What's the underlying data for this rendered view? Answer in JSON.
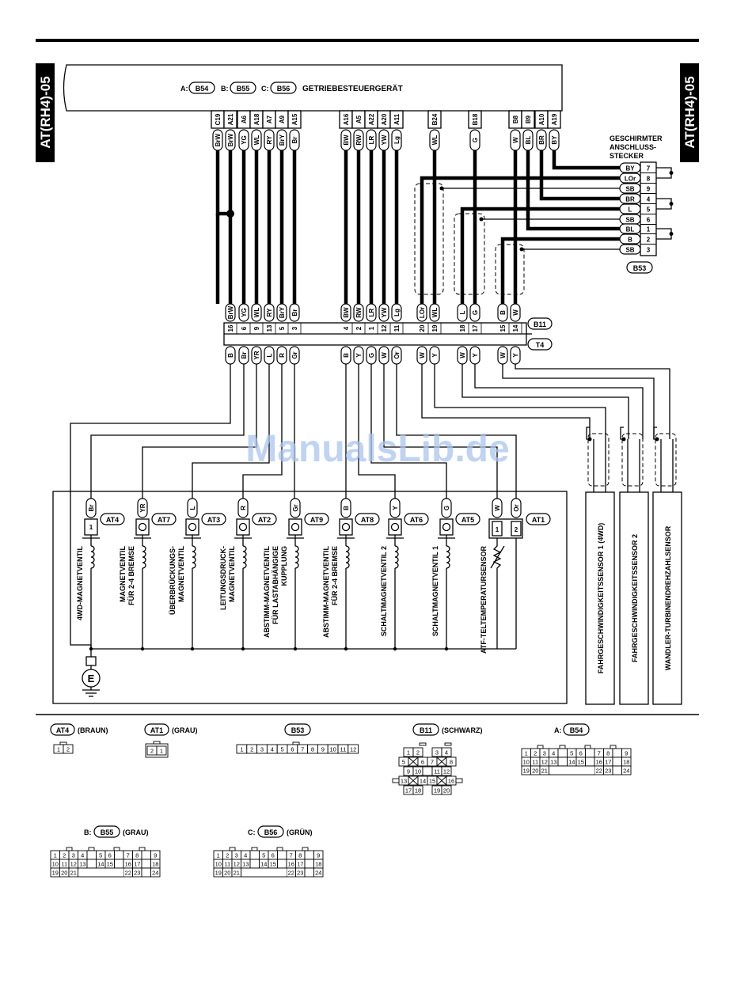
{
  "side_tab": "AT(RH4)-05",
  "ecu": {
    "title": "GETRIEBESTEUERGERÄT",
    "refs": [
      {
        "p": "A:",
        "c": "B54"
      },
      {
        "p": "B:",
        "c": "B55"
      },
      {
        "p": "C:",
        "c": "B56"
      }
    ],
    "group1": [
      {
        "pin": "C19",
        "color": "BrW"
      },
      {
        "pin": "A21",
        "color": "BrW"
      },
      {
        "pin": "A6",
        "color": "YG"
      },
      {
        "pin": "A18",
        "color": "WL"
      },
      {
        "pin": "A7",
        "color": "RY"
      },
      {
        "pin": "A9",
        "color": "BrY"
      },
      {
        "pin": "A15",
        "color": "Br"
      }
    ],
    "group2": [
      {
        "pin": "A16",
        "color": "BW"
      },
      {
        "pin": "A5",
        "color": "RW"
      },
      {
        "pin": "A22",
        "color": "LR"
      },
      {
        "pin": "A20",
        "color": "YW"
      },
      {
        "pin": "A11",
        "color": "Lg"
      }
    ],
    "group3": [
      {
        "pin": "B24",
        "color": "WL"
      },
      {
        "pin": "B18",
        "color": "G"
      },
      {
        "pin": "B8",
        "color": "W"
      },
      {
        "pin": "B9",
        "color": "BL"
      },
      {
        "pin": "A10",
        "color": "BR"
      },
      {
        "pin": "A19",
        "color": "BY"
      }
    ]
  },
  "shield": {
    "title": [
      "GESCHIRMTER",
      "ANSCHLUSS-",
      "STECKER"
    ],
    "connector": "B53",
    "rows": [
      {
        "color": "BY",
        "pin": "7"
      },
      {
        "color": "LOr",
        "pin": "8"
      },
      {
        "color": "SB",
        "pin": "9"
      },
      {
        "color": "BR",
        "pin": "4"
      },
      {
        "color": "L",
        "pin": "5"
      },
      {
        "color": "SB",
        "pin": "6"
      },
      {
        "color": "BL",
        "pin": "1"
      },
      {
        "color": "B",
        "pin": "2"
      },
      {
        "color": "SB",
        "pin": "3"
      }
    ]
  },
  "b11": {
    "ref": "B11",
    "top": [
      {
        "color": "BrW",
        "pin": "16"
      },
      {
        "color": "YG",
        "pin": "6"
      },
      {
        "color": "WL",
        "pin": "9"
      },
      {
        "color": "RY",
        "pin": "13"
      },
      {
        "color": "BrY",
        "pin": "5"
      },
      {
        "color": "Br",
        "pin": "3"
      },
      {
        "color": "BW",
        "pin": "4"
      },
      {
        "color": "RW",
        "pin": "2"
      },
      {
        "color": "LR",
        "pin": "1"
      },
      {
        "color": "YW",
        "pin": "12"
      },
      {
        "color": "Lg",
        "pin": "11"
      },
      {
        "color": "LOr",
        "pin": "20"
      },
      {
        "color": "WL",
        "pin": "19"
      },
      {
        "color": "L",
        "pin": "18"
      },
      {
        "color": "G",
        "pin": "17"
      },
      {
        "color": "B",
        "pin": "15"
      },
      {
        "color": "W",
        "pin": "14"
      }
    ]
  },
  "t4": {
    "ref": "T4",
    "bottom": [
      "B",
      "Br",
      "YR",
      "L",
      "R",
      "Gr",
      "B",
      "Y",
      "G",
      "W",
      "Or",
      "W",
      "Y",
      "W",
      "Y",
      "W",
      "Y"
    ]
  },
  "valves": [
    {
      "ref": "AT4",
      "color": "Br",
      "pin": "1",
      "label": [
        "4WD-MAGNETVENTIL"
      ]
    },
    {
      "ref": "AT7",
      "color": "YR",
      "label": [
        "MAGNETVENTIL",
        "FÜR 2-4 BREMSE"
      ]
    },
    {
      "ref": "AT3",
      "color": "L",
      "label": [
        "ÜBERBRÜCKUNGS-",
        "MAGNETVENTIL"
      ]
    },
    {
      "ref": "AT2",
      "color": "R",
      "label": [
        "LEITUNGSDRUCK-",
        "MAGNETVENTIL"
      ]
    },
    {
      "ref": "AT9",
      "color": "Gr",
      "label": [
        "ABSTIMM-MAGNETVENTIL",
        "FÜR LASTABHÄNGIGE",
        "KUPPLUNG"
      ]
    },
    {
      "ref": "AT8",
      "color": "B",
      "label": [
        "ABSTIMM-MAGNETVENTIL",
        "FÜR 2-4 BREMSE"
      ]
    },
    {
      "ref": "AT6",
      "color": "Y",
      "label": [
        "SCHALTMAGNETVENTIL 2"
      ]
    },
    {
      "ref": "AT5",
      "color": "G",
      "label": [
        "SCHALTMAGNETVENTIL 1"
      ]
    }
  ],
  "atf": {
    "ref": "AT1",
    "colors": [
      "W",
      "Or"
    ],
    "pins": [
      "1",
      "2"
    ],
    "label": "ATF-TELTEMPERATURSENSOR"
  },
  "ground": "E",
  "sensors": [
    "FAHRGESCHWINDIGKEITSSENSOR 1 (4WD)",
    "FAHRGESCHWINDIGKEITSSENSOR 2",
    "WANDLER-TURBINENDREHZAHLSENSOR"
  ],
  "legend": {
    "at4": {
      "ref": "AT4",
      "label": "(BRAUN)",
      "pins": [
        "1",
        "2"
      ]
    },
    "at1": {
      "ref": "AT1",
      "label": "(GRAU)",
      "pins": [
        "2",
        "1"
      ]
    },
    "b53": {
      "ref": "B53",
      "pins": [
        "1",
        "2",
        "3",
        "4",
        "5",
        "6",
        "7",
        "8",
        "9",
        "10",
        "11",
        "12"
      ]
    },
    "b11": {
      "ref": "B11",
      "label": "(SCHWARZ)"
    },
    "b54": {
      "prefix": "A:",
      "ref": "B54"
    },
    "b55": {
      "prefix": "B:",
      "ref": "B55",
      "label": "(GRAU)"
    },
    "b56": {
      "prefix": "C:",
      "ref": "B56",
      "label": "(GRÜN)"
    }
  },
  "watermark": "ManualsLib.de"
}
